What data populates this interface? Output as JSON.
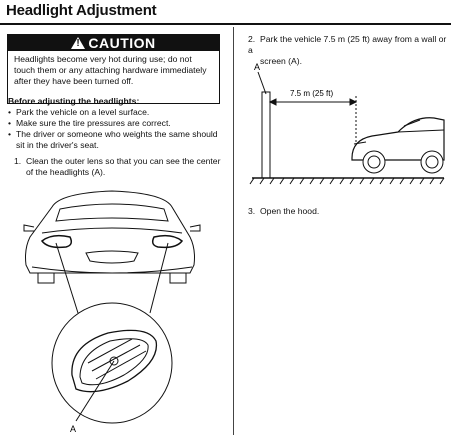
{
  "title": "Headlight Adjustment",
  "caution": {
    "heading": "CAUTION",
    "text": "Headlights become very hot during use; do not touch them or any attaching hardware immediately after they have been turned off."
  },
  "before": {
    "heading": "Before adjusting the headlights:",
    "bullets": [
      "Park the vehicle on a level surface.",
      "Make sure the tire pressures are correct.",
      "The driver or someone who weights the same should sit in the driver's seat."
    ]
  },
  "steps": [
    {
      "number": "1.",
      "line1": "Clean the outer lens so that you can see the center",
      "line2": "of the headlights (A)."
    },
    {
      "number": "2.",
      "line1": "Park the vehicle 7.5 m (25 ft) away from a wall or a",
      "line2": "screen (A)."
    },
    {
      "number": "3.",
      "line1": "Open the hood.",
      "line2": ""
    }
  ],
  "figure_labels": {
    "screen_label": "A",
    "distance_label": "7.5 m (25 ft)",
    "headlight_label": "A"
  }
}
